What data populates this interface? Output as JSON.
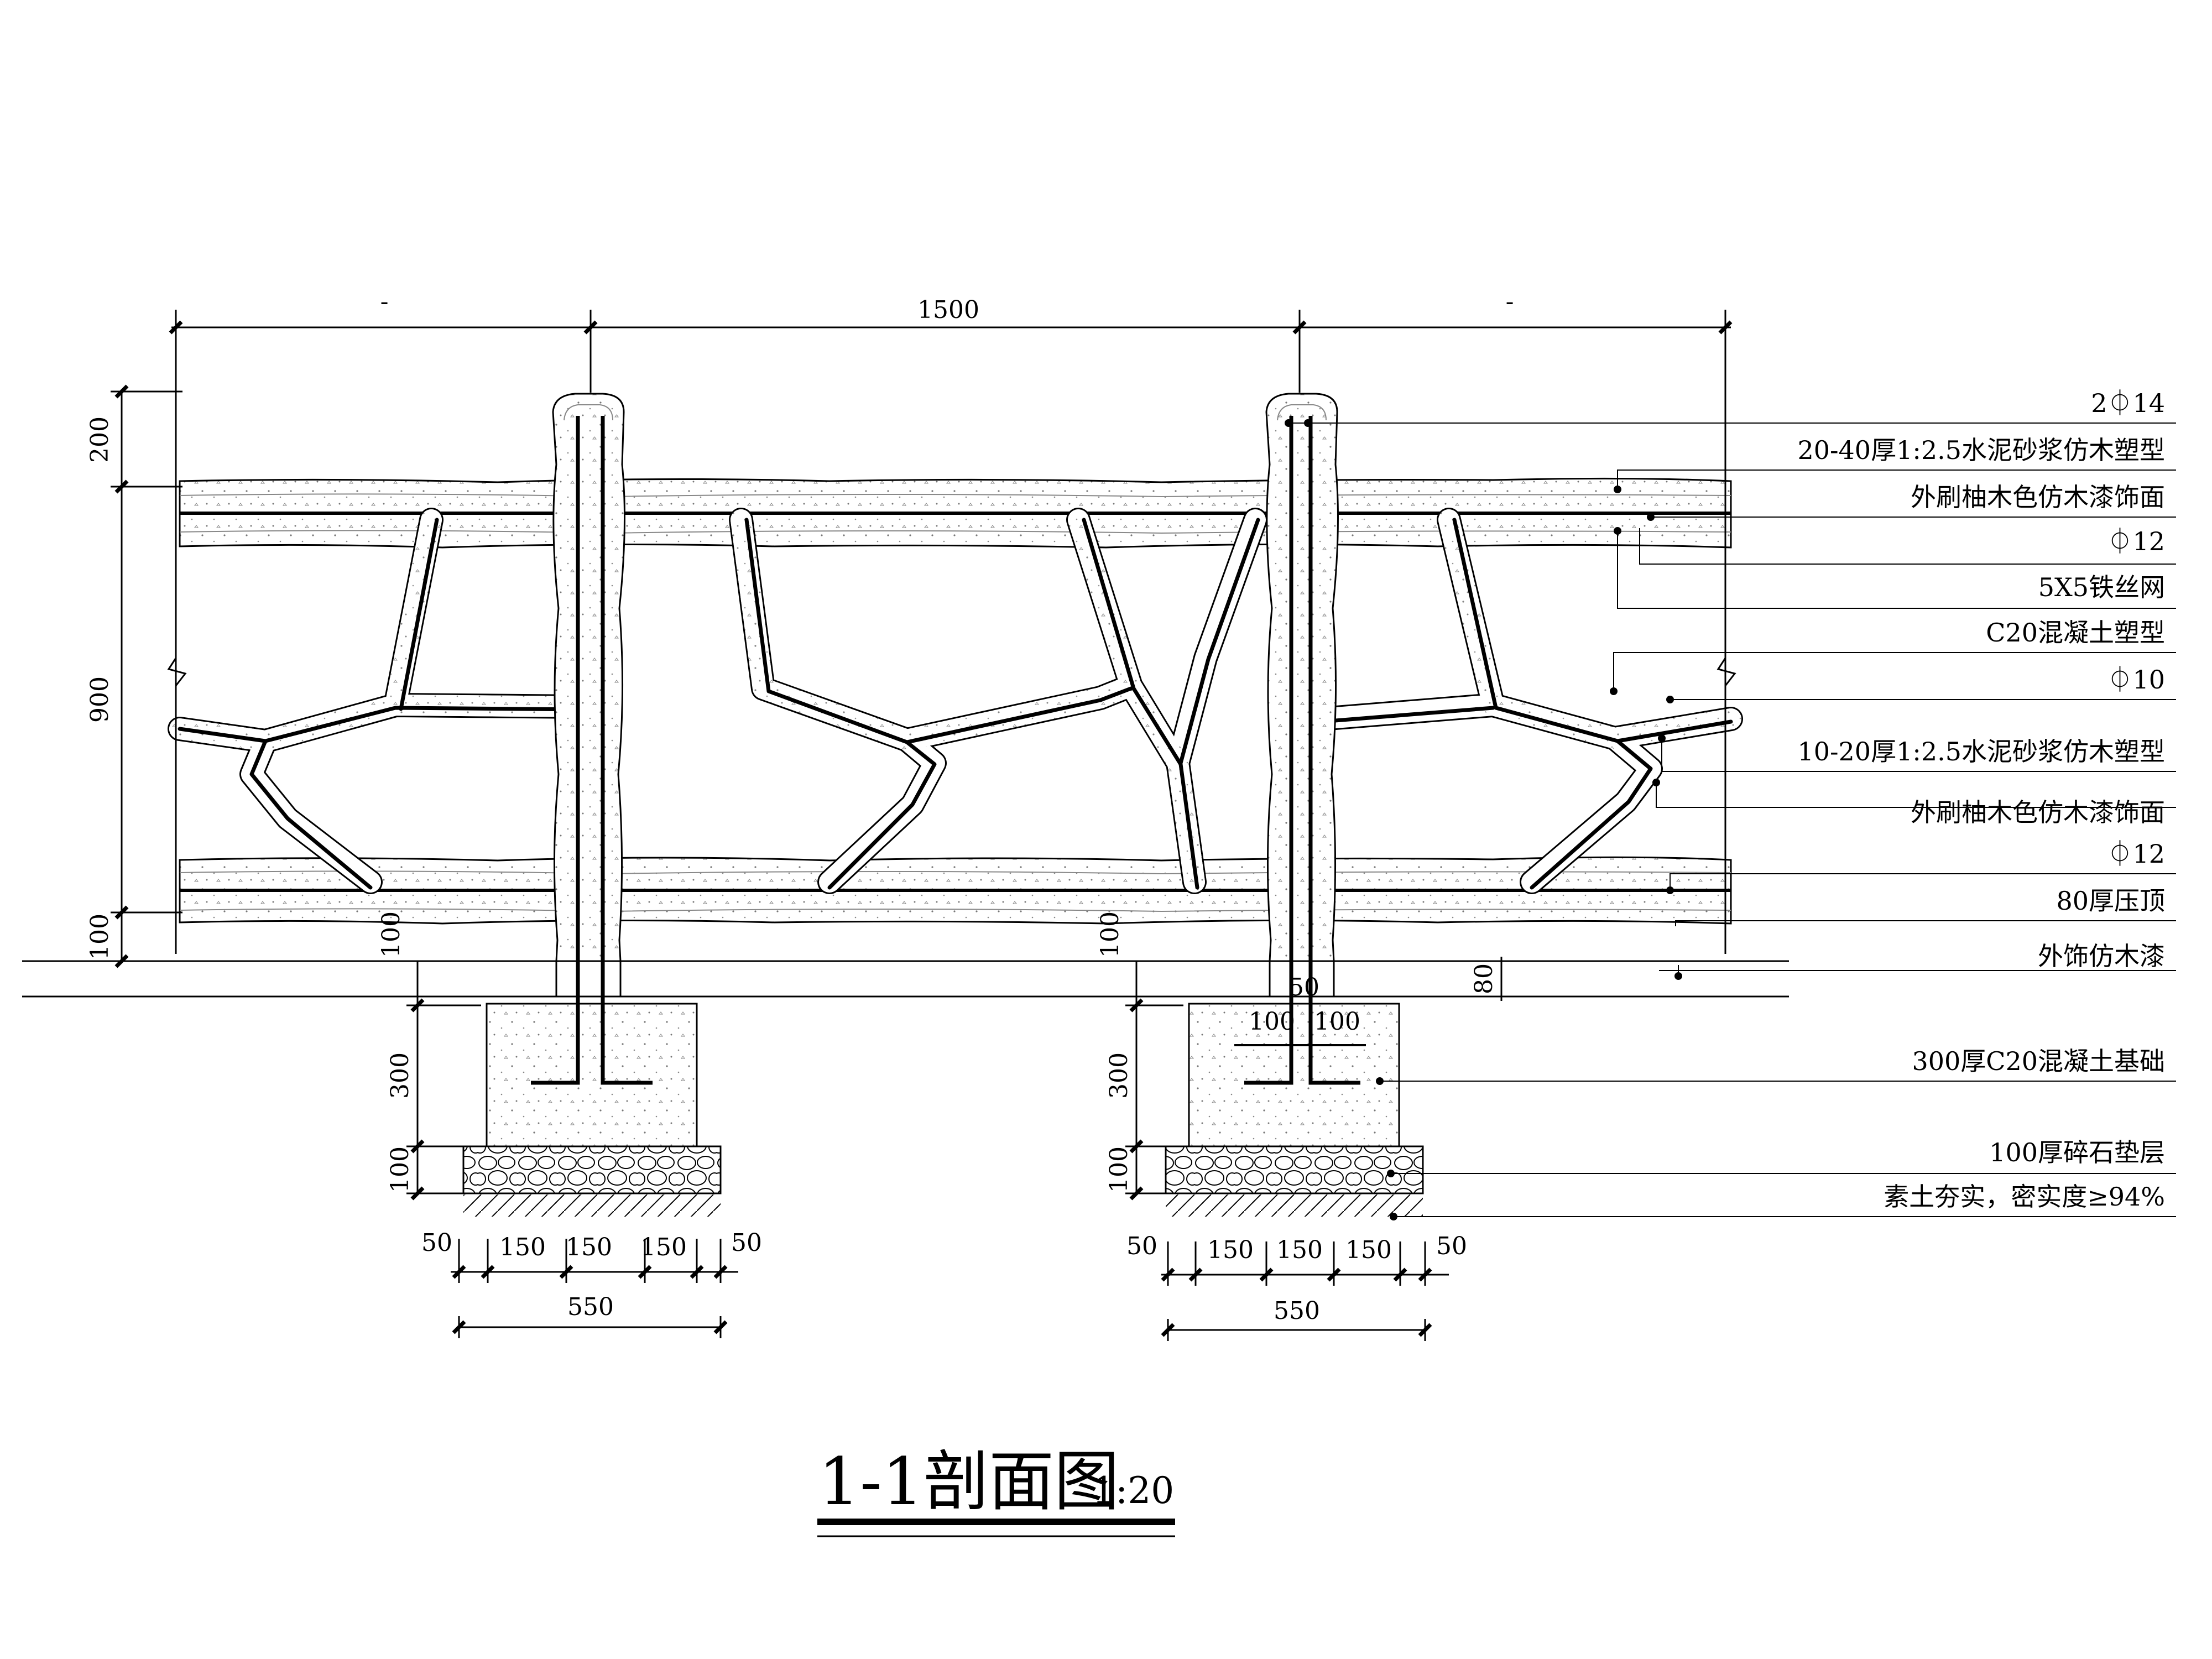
{
  "drawing": {
    "title": "1-1剖面图",
    "scale": "1:20"
  },
  "dimensions": {
    "span_1500": "1500",
    "left_dash": "-",
    "right_dash": "-",
    "left_heights": [
      "200",
      "900",
      "100"
    ],
    "post_100_left": "100",
    "post_100_right": "100",
    "footing_300": "300",
    "gravel_100": "100",
    "top_80": "80",
    "gap_50": "50",
    "rebar_100_a": "100",
    "rebar_100_b": "100",
    "footing_parts": [
      "50",
      "150",
      "150",
      "150",
      "50"
    ],
    "footing_total": "550"
  },
  "labels": [
    "2⏀14",
    "20-40厚1:2.5水泥砂浆仿木塑型",
    "外刷柚木色仿木漆饰面",
    "⏀12",
    "5X5铁丝网",
    "C20混凝土塑型",
    "⏀10",
    "10-20厚1:2.5水泥砂浆仿木塑型",
    "外刷柚木色仿木漆饰面",
    "⏀12",
    "80厚压顶",
    "外饰仿木漆",
    "300厚C20混凝土基础",
    "100厚碎石垫层",
    "素土夯实，密实度≥94%"
  ]
}
